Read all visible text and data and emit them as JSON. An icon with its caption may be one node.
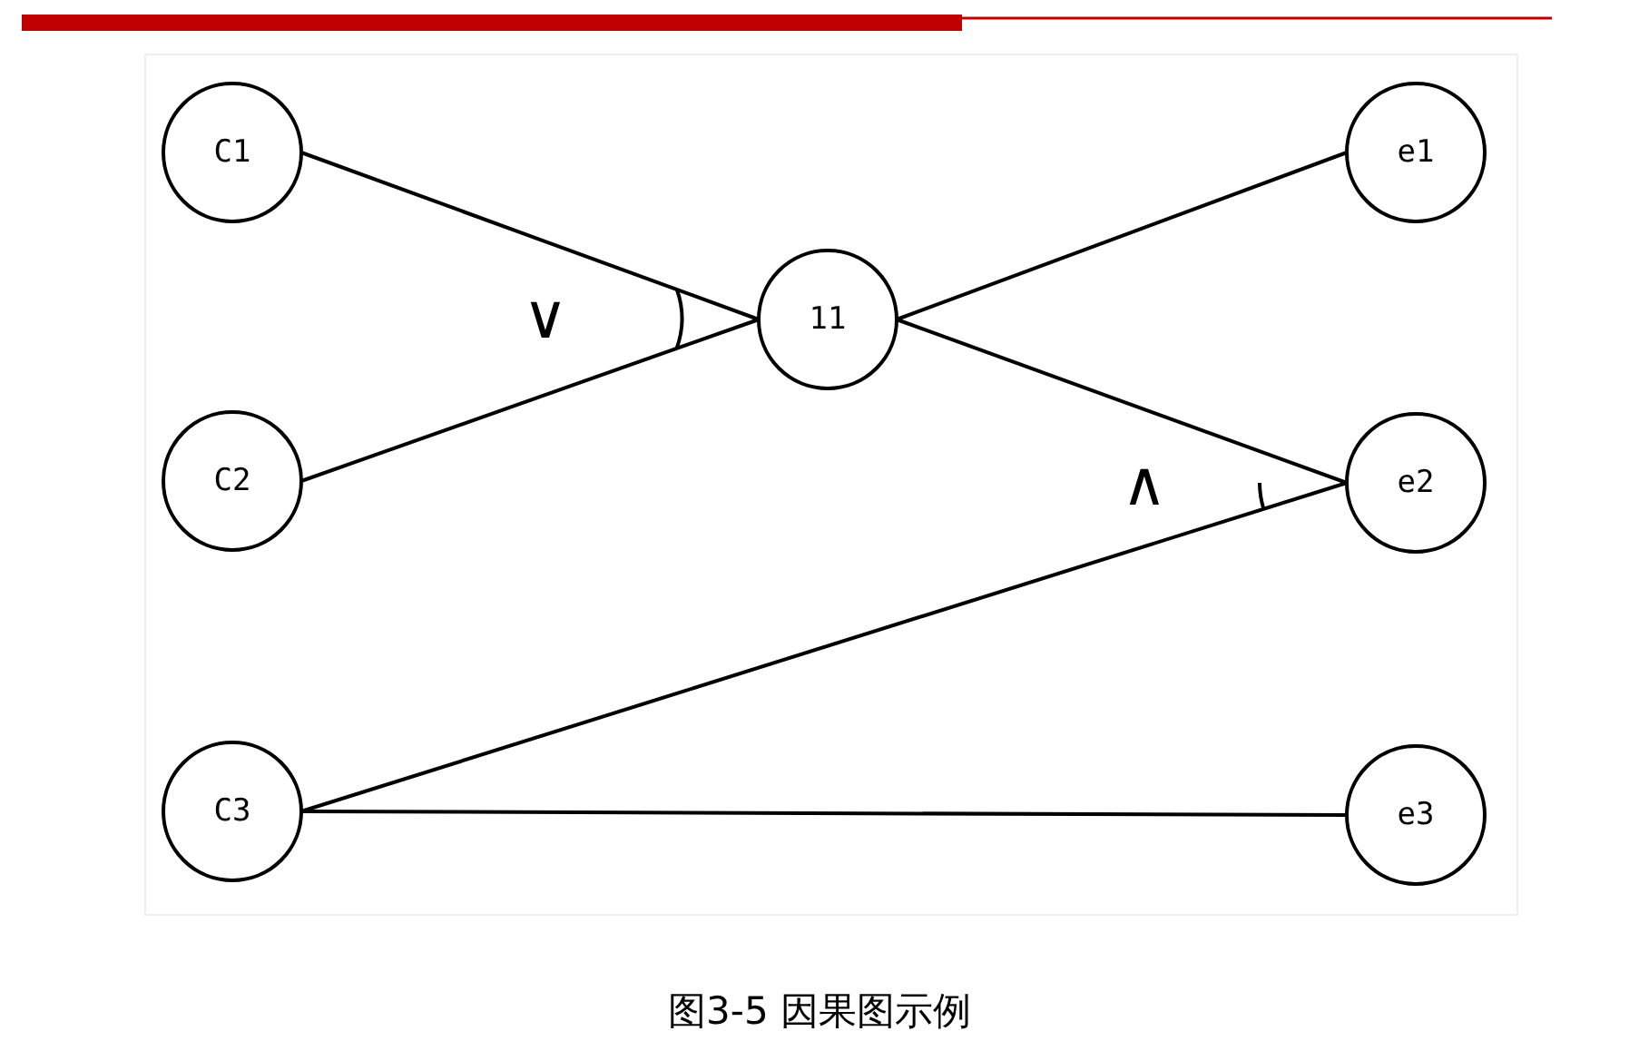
{
  "diagram": {
    "caption": "图3-5 因果图示例",
    "nodes": [
      {
        "text": [
          "C1"
        ]
      },
      {
        "text": [
          "C2"
        ]
      },
      {
        "text": [
          "C3"
        ]
      },
      {
        "text": [
          "11"
        ]
      },
      {
        "text": [
          "e1"
        ]
      },
      {
        "text": [
          "e2"
        ]
      },
      {
        "text": [
          "e3"
        ]
      }
    ],
    "edges": [
      {
        "from": 0,
        "to": 3,
        "arrow": "none"
      },
      {
        "from": 1,
        "to": 3,
        "arrow": "none"
      },
      {
        "from": 3,
        "to": 4,
        "arrow": "none"
      },
      {
        "from": 3,
        "to": 5,
        "arrow": "none"
      },
      {
        "from": 2,
        "to": 5,
        "arrow": "none"
      },
      {
        "from": 2,
        "to": 6,
        "arrow": "none"
      }
    ],
    "labels": [
      "∨",
      "∧"
    ]
  }
}
